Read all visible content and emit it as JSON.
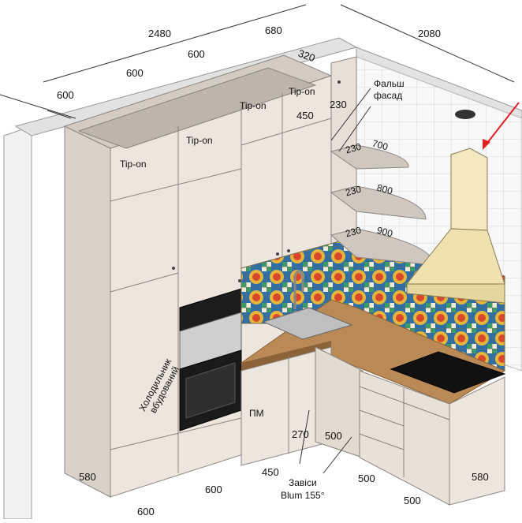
{
  "dimensions": {
    "top_2480": "2480",
    "top_680": "680",
    "top_2080": "2080",
    "top_600_a": "600",
    "top_600_b": "600",
    "top_600_c": "600",
    "top_320": "320",
    "shelf_450": "450",
    "shelf_230_top": "230",
    "shelf_230_1": "230",
    "shelf_700": "700",
    "shelf_230_2": "230",
    "shelf_800": "800",
    "shelf_230_3": "230",
    "shelf_900": "900",
    "base_270": "270",
    "base_500_mid": "500",
    "base_580_left": "580",
    "base_450": "450",
    "base_600_mid": "600",
    "base_600_bottom": "600",
    "base_500_right": "500",
    "base_500_bottom": "500",
    "base_580_right": "580"
  },
  "labels": {
    "tipon_1": "Tip-on",
    "tipon_2": "Tip-on",
    "tipon_3": "Tip-on",
    "tipon_4": "Tip-on",
    "false_facade_line1": "Фальш",
    "false_facade_line2": "фасад",
    "fridge_line1": "Холодильник",
    "fridge_line2": "вбудований",
    "dishwasher": "ПМ",
    "hinges_line1": "Завіси",
    "hinges_line2": "Blum 155°"
  },
  "colors": {
    "cabinet_front": "#ece6df",
    "cabinet_side": "#d9d2ca",
    "cabinet_edge": "#8a8580",
    "countertop": "#b98a55",
    "countertop_edge": "#8c6238",
    "hood": "#f3e8c0",
    "wall_tile_line": "#dcdcdc",
    "oven_dark": "#1a1a1a",
    "arrow_red": "#e02020"
  }
}
